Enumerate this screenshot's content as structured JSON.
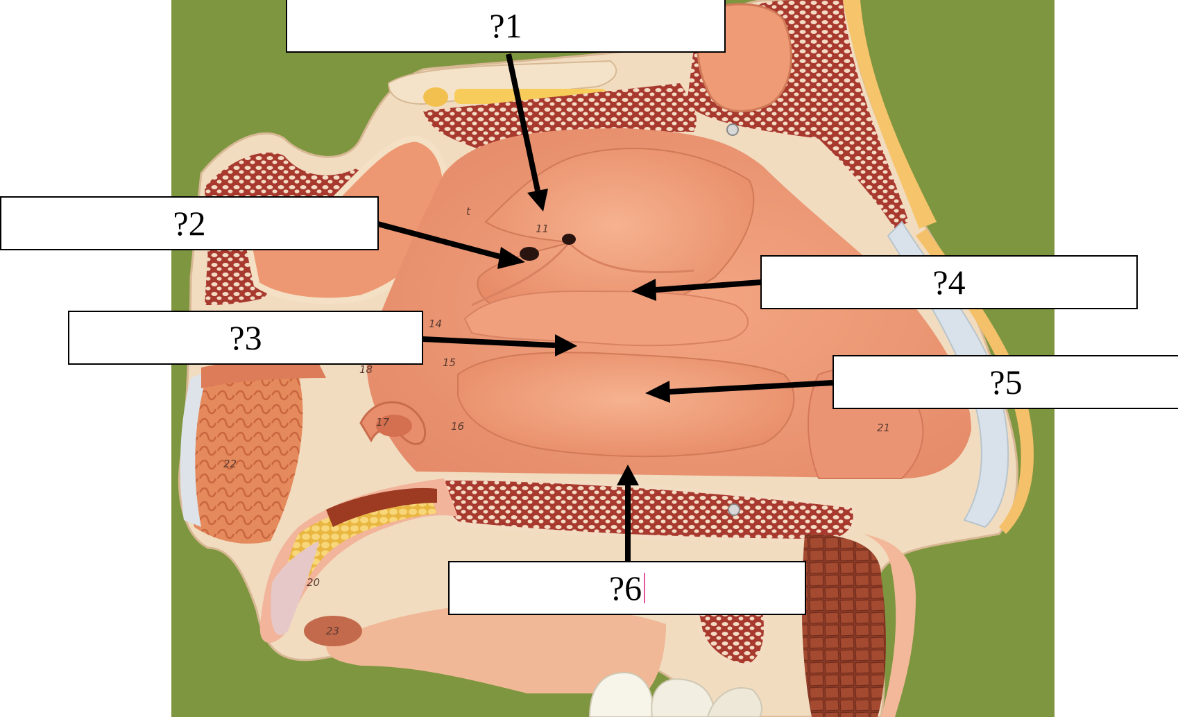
{
  "labels": {
    "q1": "?1",
    "q2": "?2",
    "q3": "?3",
    "q4": "?4",
    "q5": "?5",
    "q6": "?6"
  },
  "model_numbers": [
    "11",
    "14",
    "15",
    "16",
    "17",
    "18",
    "20",
    "21",
    "22",
    "23"
  ],
  "model_letter": "t",
  "colors": {
    "background": "#7f9640",
    "arrow": "#000000",
    "mucosa": "#f2a07e",
    "bone_red": "#b8463a",
    "bone_cream": "#f1dcc0",
    "fat_yellow": "#f5c95c",
    "caret": "#e05a9a"
  }
}
